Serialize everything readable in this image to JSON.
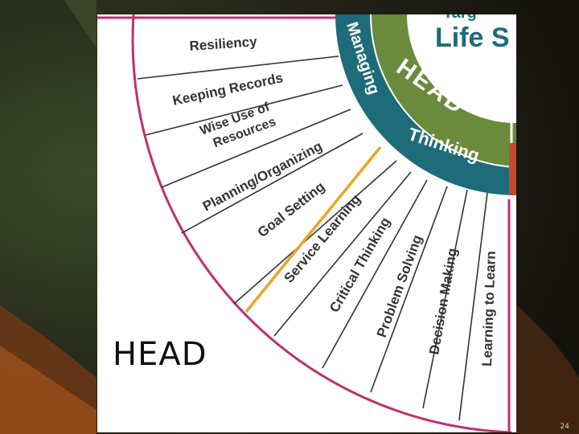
{
  "slide": {
    "caption": "HEAD",
    "page_number": "24"
  },
  "wheel": {
    "center_title": "Life S",
    "center_title_partial": "Targ",
    "section_label": "HEAD",
    "managing_label": "Managing",
    "thinking_label": "Thinking",
    "managing_skills": [
      "Resiliency",
      "Keeping Records",
      "Wise Use of Resources",
      "Planning/Organizing",
      "Goal Setting"
    ],
    "thinking_skills": [
      "Service Learning",
      "Critical Thinking",
      "Problem Solving",
      "Decision Making",
      "Learning to Learn"
    ]
  },
  "colors": {
    "teal_band": "#1e6b7a",
    "green_center": "#6a8a3c",
    "magenta_rim": "#c0306e",
    "divider_orange": "#e8a628",
    "red_accent": "#c44a2a"
  }
}
